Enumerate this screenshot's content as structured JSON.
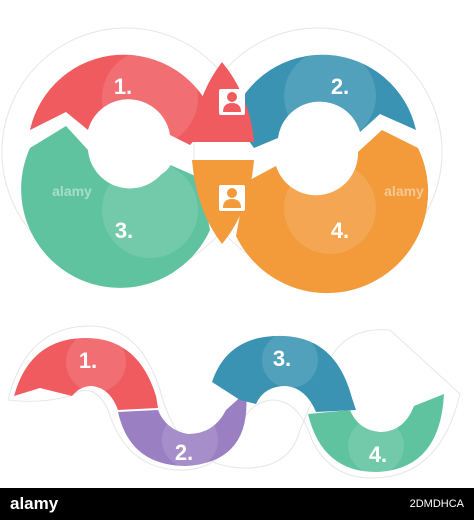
{
  "colors": {
    "red": "#ef5b5f",
    "blue": "#3a93b3",
    "green": "#5fc3a0",
    "orange": "#f39a3b",
    "purple": "#9a7fc3",
    "white": "#ffffff",
    "person": "#ffffff"
  },
  "infinity": {
    "labels": [
      "1.",
      "2.",
      "3.",
      "4."
    ],
    "icons": [
      "person-icon",
      "person-icon"
    ]
  },
  "wave": {
    "labels": [
      "1.",
      "2.",
      "3.",
      "4."
    ]
  },
  "watermark": "alamy",
  "footer": {
    "logo": "alamy",
    "image_id": "2DMDHCA"
  }
}
